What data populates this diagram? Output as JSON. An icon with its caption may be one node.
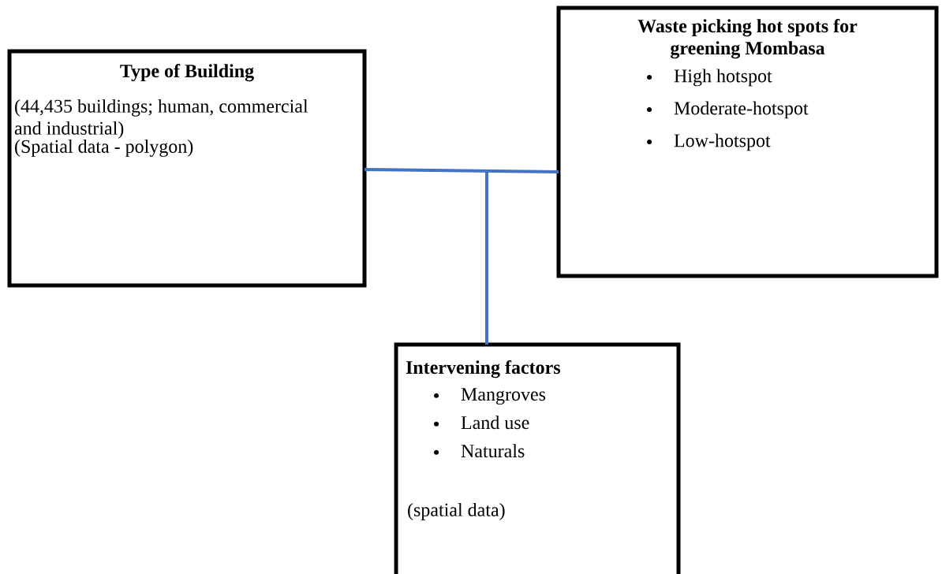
{
  "diagram": {
    "nodes": [
      {
        "text": [
          "Type of Building",
          "(44,435 buildings; human, commercial and industrial)",
          "(Spatial data - polygon)"
        ]
      },
      {
        "text": [
          "Waste picking hot spots for greening Mombasa",
          "High hotspot",
          "Moderate-hotspot",
          "Low-hotspot"
        ]
      },
      {
        "text": [
          "Intervening factors",
          "Mangroves",
          "Land use",
          "Naturals",
          "(spatial data)"
        ]
      }
    ],
    "edges": [
      {
        "from": 0,
        "to": 1,
        "arrow": "none"
      },
      {
        "from": null,
        "to": 2,
        "arrow": "none"
      }
    ]
  }
}
